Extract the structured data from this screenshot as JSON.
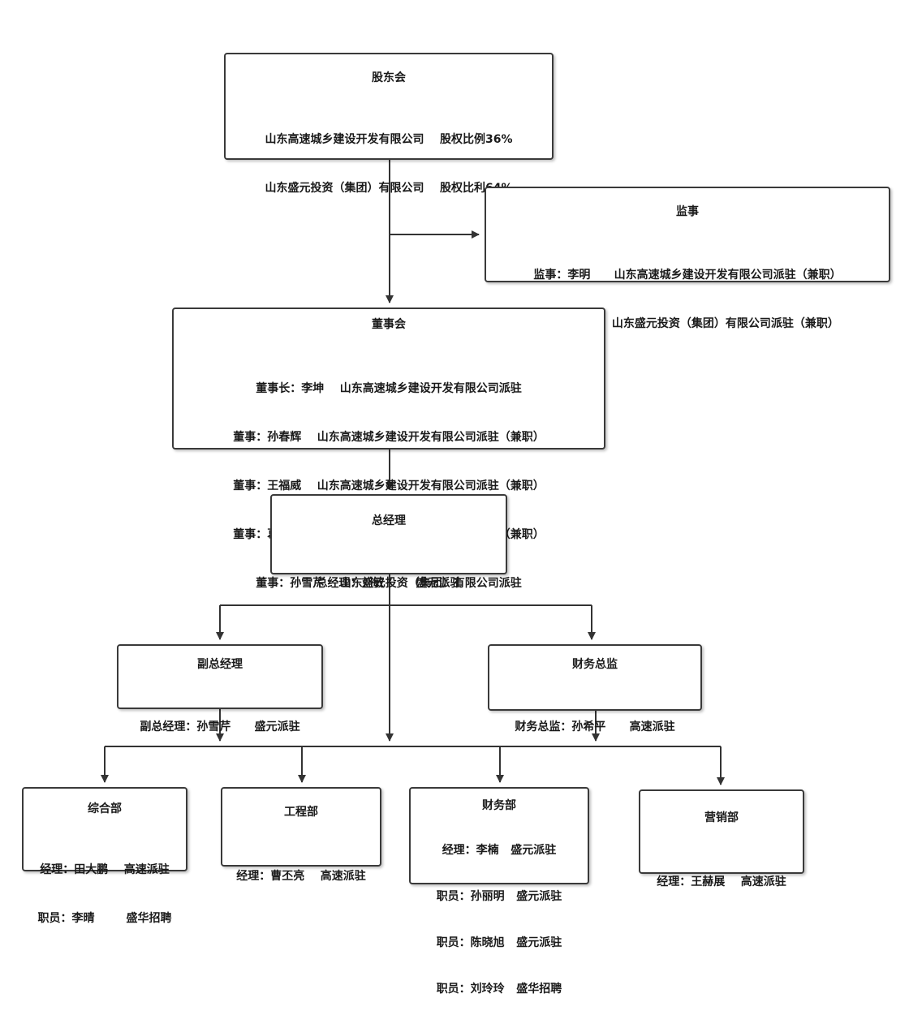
{
  "shareholders": {
    "title": "股东会",
    "lines": [
      "山东高速城乡建设开发有限公司    股权比例36%",
      "山东盛元投资（集团）有限公司    股权比利64%"
    ]
  },
  "supervisors": {
    "title": "监事",
    "lines": [
      "监事：李明      山东高速城乡建设开发有限公司派驻（兼职）",
      "监事：王倞颖  山东盛元投资（集团）有限公司派驻（兼职）"
    ]
  },
  "board": {
    "title": "董事会",
    "lines": [
      "董事长：李坤    山东高速城乡建设开发有限公司派驻",
      "董事：孙春辉    山东高速城乡建设开发有限公司派驻（兼职）",
      "董事：王福威    山东高速城乡建设开发有限公司派驻（兼职）",
      "董事：葛胜儒    山东盛元投资（集团）有限公司派驻（兼职）",
      "董事：孙雪芹    山东盛元投资（集团）有限公司派驻"
    ]
  },
  "gm": {
    "title": "总经理",
    "lines": [
      "总经理：刘敏        盛元派驻"
    ]
  },
  "deputy": {
    "title": "副总经理",
    "lines": [
      "副总经理：孙雪芹      盛元派驻"
    ]
  },
  "cfo": {
    "title": "财务总监",
    "lines": [
      "财务总监：孙希平      高速派驻"
    ]
  },
  "dept_general": {
    "title": "综合部",
    "lines": [
      "经理：田大鹏    高速派驻",
      "职员：李晴        盛华招聘"
    ]
  },
  "dept_engineering": {
    "title": "工程部",
    "lines": [
      "经理：曹丕亮    高速派驻"
    ]
  },
  "dept_finance": {
    "title": "财务部",
    "lines": [
      "经理：李楠   盛元派驻",
      "职员：孙丽明   盛元派驻",
      "职员：陈晓旭   盛元派驻",
      "职员：刘玲玲   盛华招聘"
    ]
  },
  "dept_marketing": {
    "title": "营销部",
    "lines": [
      "经理：王赫展    高速派驻"
    ]
  }
}
